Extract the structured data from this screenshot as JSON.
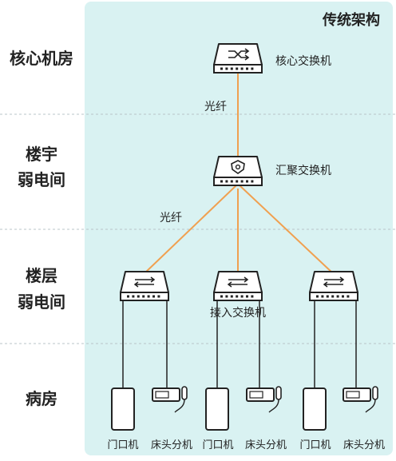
{
  "title": "传统架构",
  "zones": [
    {
      "lines": [
        "核心机房"
      ]
    },
    {
      "lines": [
        "楼宇",
        "弱电间"
      ]
    },
    {
      "lines": [
        "楼层",
        "弱电间"
      ]
    },
    {
      "lines": [
        "病房"
      ]
    }
  ],
  "devices": {
    "core_label": "核心交换机",
    "aggregation_label": "汇聚交换机",
    "access_label": "接入交换机"
  },
  "links": {
    "core_to_agg": "光纤",
    "agg_to_access": "光纤"
  },
  "endpoints": [
    {
      "door": "门口机",
      "bed": "床头分机"
    },
    {
      "door": "门口机",
      "bed": "床头分机"
    },
    {
      "door": "门口机",
      "bed": "床头分机"
    }
  ],
  "colors": {
    "panel": "#d9f2f2",
    "fiber": "#f0a050",
    "ink": "#222222",
    "divider": "#b9c4c8"
  }
}
